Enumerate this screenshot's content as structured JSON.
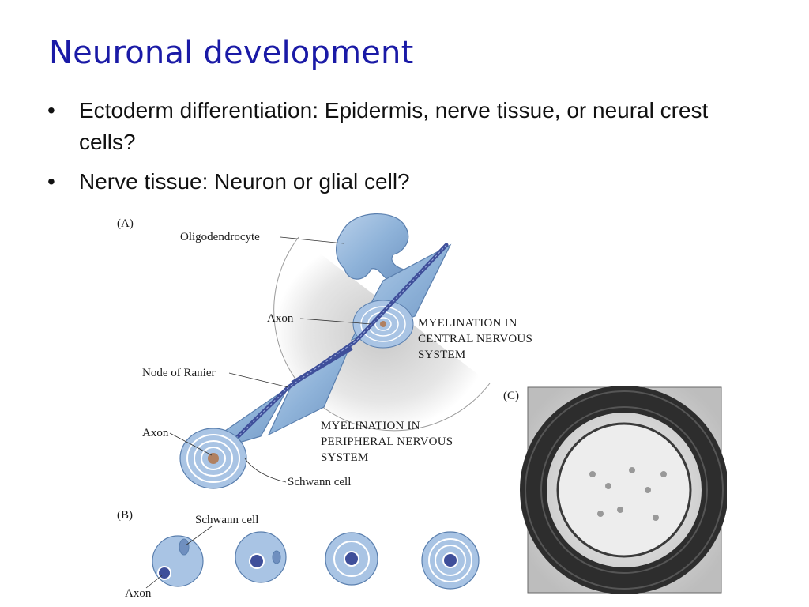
{
  "slide": {
    "title": "Neuronal development",
    "bullets": [
      "Ectoderm differentiation: Epidermis, nerve tissue, or neural crest cells?",
      "Nerve tissue: Neuron or glial cell?"
    ],
    "bullet_symbol": "•"
  },
  "figure": {
    "panel_a": "(A)",
    "panel_b": "(B)",
    "panel_c": "(C)",
    "labels": {
      "oligodendrocyte": "Oligodendrocyte",
      "axon_top": "Axon",
      "node": "Node of Ranier",
      "axon_bottom": "Axon",
      "schwann_a": "Schwann cell",
      "schwann_b": "Schwann cell",
      "axon_b": "Axon",
      "cns_1": "MYELINATION IN",
      "cns_2": "CENTRAL NERVOUS",
      "cns_3": "SYSTEM",
      "pns_1": "MYELINATION IN",
      "pns_2": "PERIPHERAL NERVOUS",
      "pns_3": "SYSTEM"
    },
    "colors": {
      "myelin_blue": "#8fb3d9",
      "axon_blue": "#3f4f9a",
      "title_blue": "#1a1aa6"
    }
  }
}
